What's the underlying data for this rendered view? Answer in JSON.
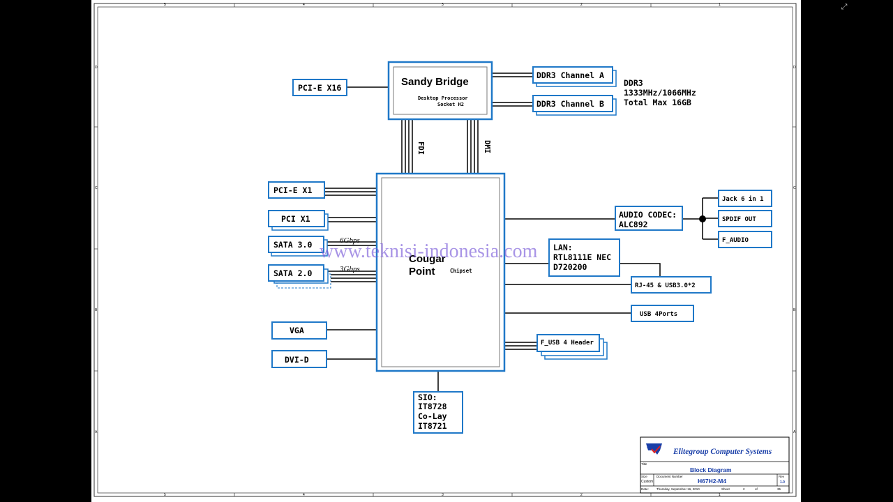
{
  "colors": {
    "box_border": "#1f78c8",
    "line": "#000000",
    "watermark": "#7a5ad8",
    "company": "#1a3fa8"
  },
  "viewer": {
    "fullscreen_icon": "fullscreen-exit-icon"
  },
  "border": {
    "top_numbers": [
      "5",
      "4",
      "3",
      "2",
      "1"
    ],
    "side_letters": [
      "D",
      "C",
      "B",
      "A"
    ]
  },
  "cpu": {
    "name": "Sandy Bridge",
    "line1": "Desktop Processor",
    "line2": "Socket H2"
  },
  "pcie_x16": "PCI-E X16",
  "ddr_a": "DDR3 Channel A",
  "ddr_b": "DDR3 Channel B",
  "ddr_info": {
    "l1": "DDR3",
    "l2": "1333MHz/1066MHz",
    "l3": "Total Max 16GB"
  },
  "bus": {
    "fdi": "FDI",
    "dmi": "DMI",
    "sata3_speed": "6Gbps",
    "sata2_speed": "3Gbps"
  },
  "pch": {
    "l1": "Cougar",
    "l2": "Point",
    "sub": "Chipset"
  },
  "left": {
    "pcie_x1": "PCI-E X1",
    "pci_x1": "PCI X1",
    "sata3": "SATA 3.0",
    "sata2": "SATA 2.0",
    "vga": "VGA",
    "dvid": "DVI-D"
  },
  "audio": {
    "l1": "AUDIO CODEC:",
    "l2": "ALC892"
  },
  "jacks": {
    "jack": "Jack 6 in 1",
    "spdif": "SPDIF OUT",
    "faudio": "F_AUDIO"
  },
  "lan": {
    "l1": "LAN:",
    "l2": "RTL8111E NEC",
    "l3": "D720200"
  },
  "rj45": "RJ-45 & USB3.0*2",
  "usb4": "USB 4Ports",
  "fusb": "F_USB 4 Header",
  "sio": {
    "l1": "SIO:",
    "l2": "IT8728",
    "l3": "Co-Lay",
    "l4": "IT8721"
  },
  "watermark": "www.teknisi-indonesia.com",
  "title_block": {
    "logo": "ECS",
    "company": "Elitegroup Computer Systems",
    "title_lbl": "Title",
    "title": "Block Diagram",
    "size_lbl": "Size",
    "size": "Custom",
    "doc_lbl": "Document Number",
    "doc": "H67H2-M4",
    "rev_lbl": "Rev",
    "rev": "1.0",
    "date_lbl": "Date:",
    "date": "Thursday, September 16, 2010",
    "sheet_lbl": "Sheet",
    "sheet": "2",
    "of_lbl": "of",
    "of": "35"
  }
}
